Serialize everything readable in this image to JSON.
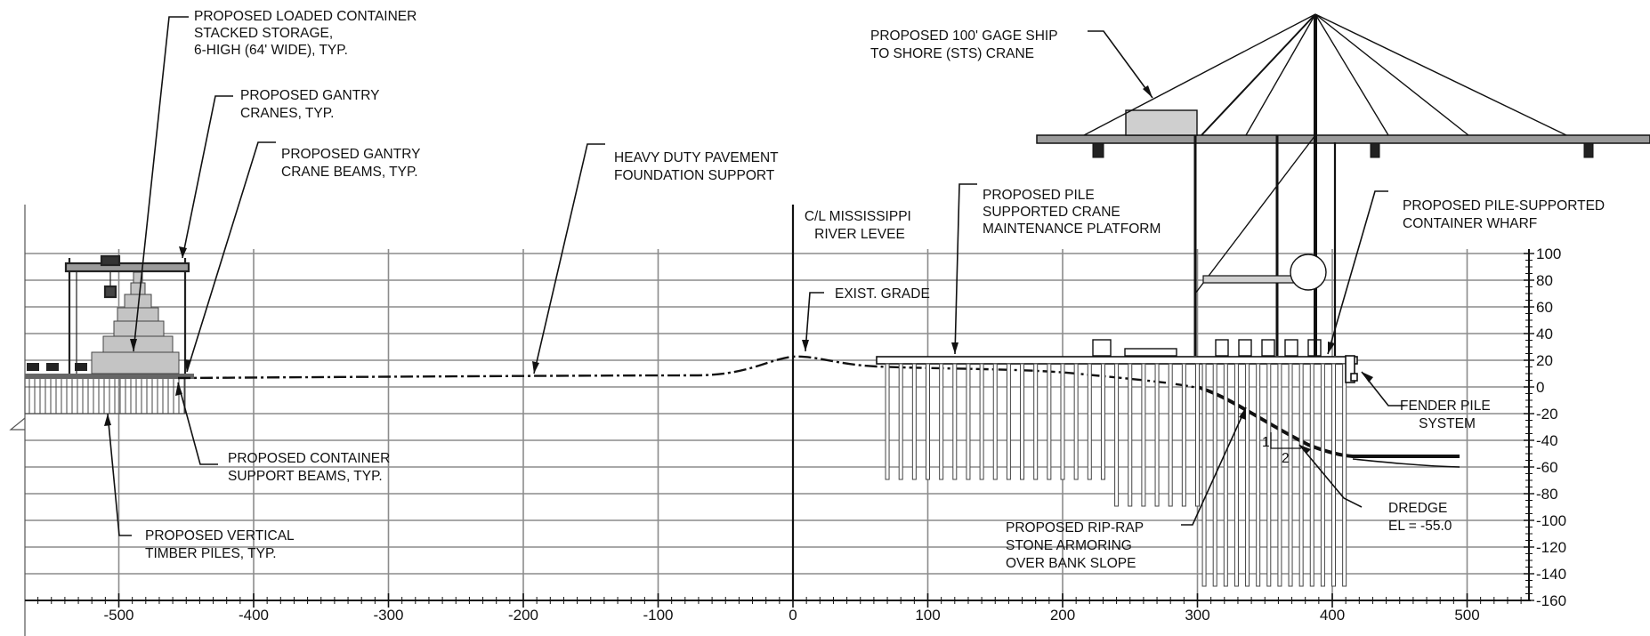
{
  "axes": {
    "x_ticks": [
      "-500",
      "-400",
      "-300",
      "-200",
      "-100",
      "0",
      "100",
      "200",
      "300",
      "400",
      "500"
    ],
    "y_ticks": [
      "100",
      "80",
      "60",
      "40",
      "20",
      "0",
      "-20",
      "-40",
      "-60",
      "-80",
      "-100",
      "-120",
      "-140",
      "-160"
    ]
  },
  "labels": {
    "container_storage": [
      "PROPOSED LOADED CONTAINER",
      "STACKED STORAGE,",
      "6-HIGH  (64' WIDE), TYP."
    ],
    "gantry_cranes": [
      "PROPOSED GANTRY",
      "CRANES, TYP."
    ],
    "gantry_beams": [
      "PROPOSED GANTRY",
      "CRANE BEAMS, TYP."
    ],
    "pavement": [
      "HEAVY DUTY PAVEMENT",
      "FOUNDATION SUPPORT"
    ],
    "levee": [
      "C/L MISSISSIPPI",
      "RIVER LEVEE"
    ],
    "exist_grade": "EXIST. GRADE",
    "platform": [
      "PROPOSED PILE",
      "SUPPORTED CRANE",
      "MAINTENANCE PLATFORM"
    ],
    "sts_crane": [
      "PROPOSED 100' GAGE SHIP",
      "TO SHORE (STS) CRANE"
    ],
    "wharf": [
      "PROPOSED PILE-SUPPORTED",
      "CONTAINER WHARF"
    ],
    "fender": [
      "FENDER PILE",
      "SYSTEM"
    ],
    "dredge": [
      "DREDGE",
      "EL = -55.0"
    ],
    "riprap": [
      "PROPOSED RIP-RAP",
      "STONE ARMORING",
      "OVER BANK SLOPE"
    ],
    "support_beams": [
      "PROPOSED CONTAINER",
      "SUPPORT BEAMS, TYP."
    ],
    "timber_piles": [
      "PROPOSED VERTICAL",
      "TIMBER PILES, TYP."
    ],
    "slope_rise": "1",
    "slope_run": "2"
  },
  "colors": {
    "line": "#111111",
    "grid": "#8c8c8c",
    "fill": "#b8b8b8"
  }
}
